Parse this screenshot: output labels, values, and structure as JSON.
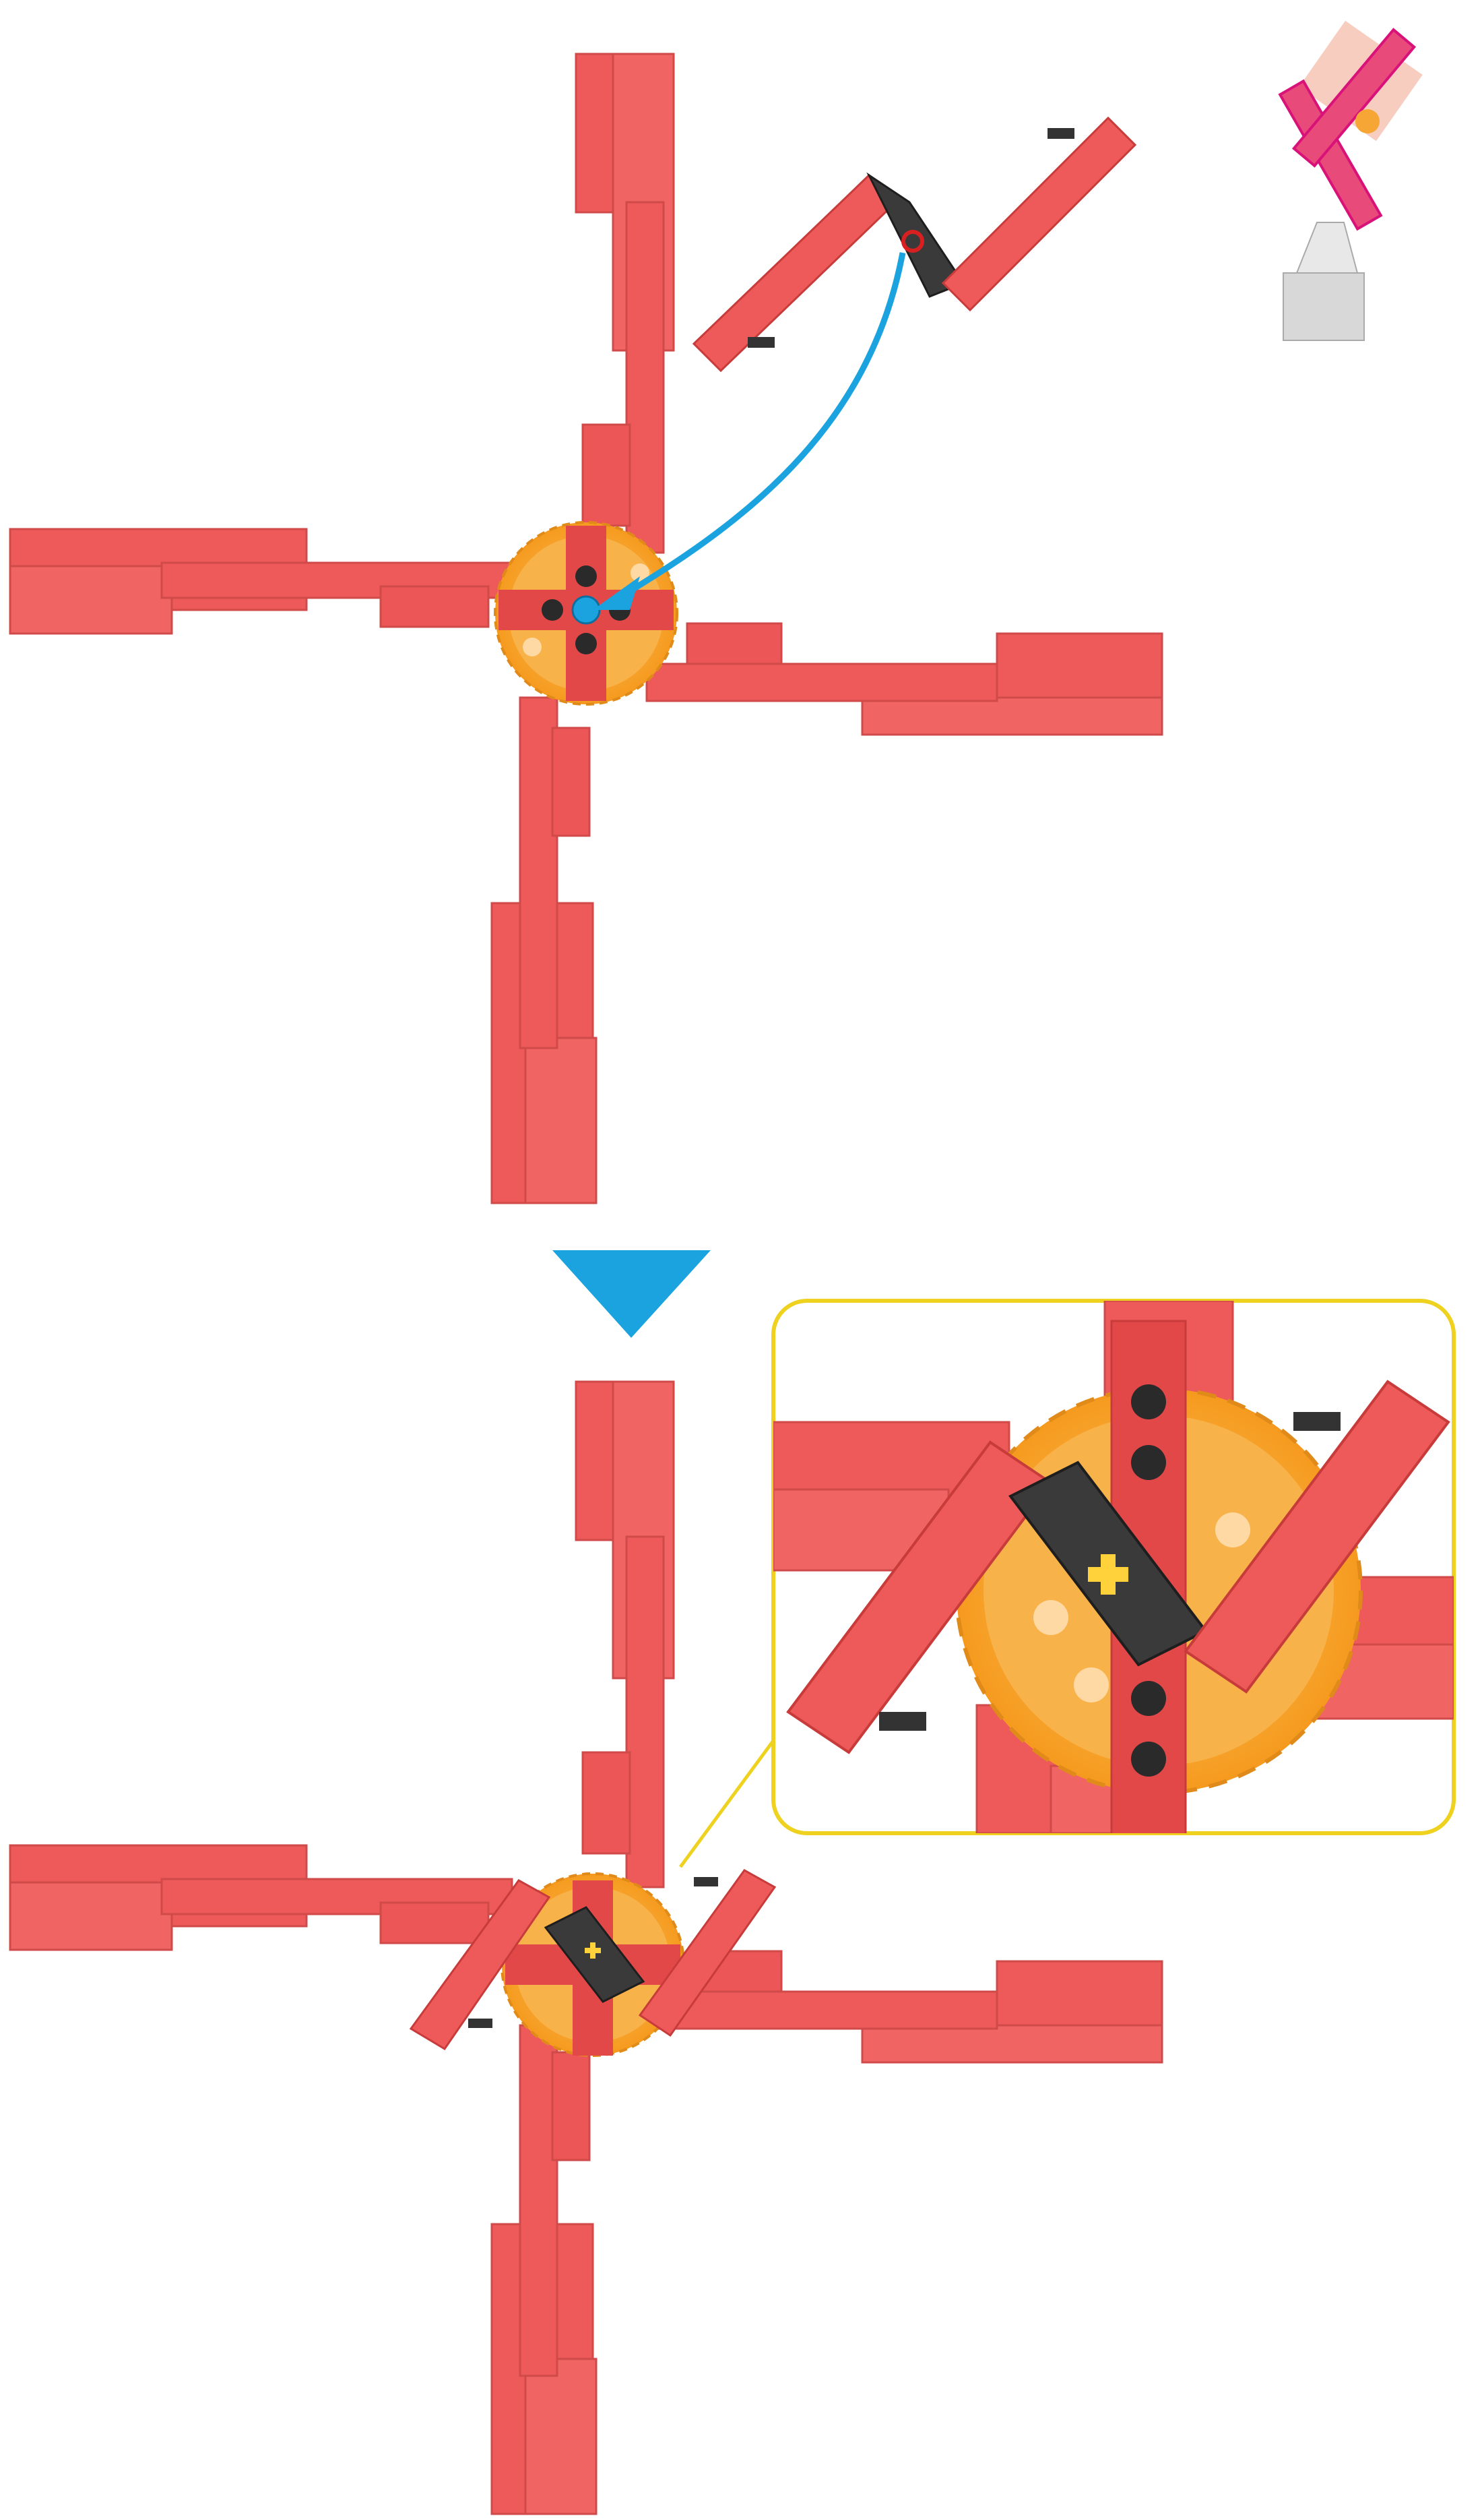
{
  "colors": {
    "brick": "#ee5a5a",
    "brick_dark": "#d94545",
    "brick_edge": "#c83b3b",
    "gear": "#f5a634",
    "gear_light": "#ffc76a",
    "beam_black": "#2e2e2e",
    "axle_yellow": "#ffd23c",
    "arrow_blue": "#1ba3e0",
    "callout_yellow": "#eed21f",
    "highlight_magenta": "#d9127a"
  },
  "steps": [
    {
      "id": "step-before",
      "description_icon": "windmill-blades-before"
    },
    {
      "id": "step-after",
      "description_icon": "windmill-blades-after"
    }
  ],
  "icons": {
    "step_arrow": "down-triangle-icon",
    "motion_arrow": "curved-arrow-icon",
    "thumbnail": "windmill-model-thumbnail",
    "detail": "zoom-callout"
  }
}
